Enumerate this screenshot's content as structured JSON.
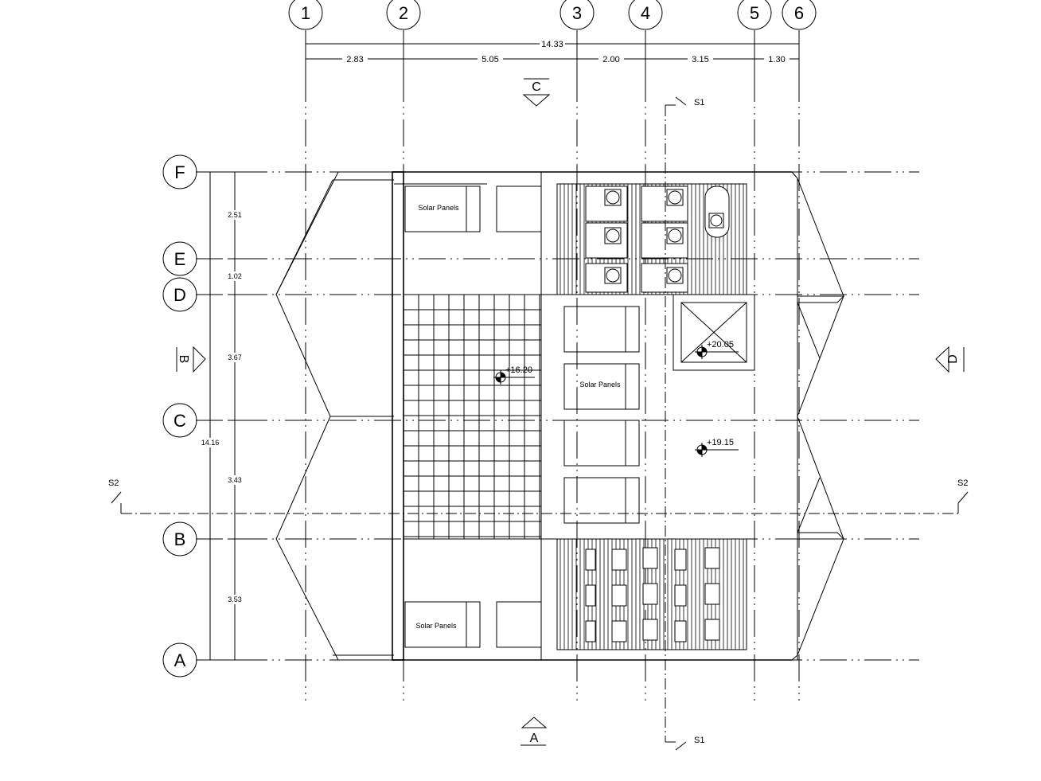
{
  "grid_columns": [
    "1",
    "2",
    "3",
    "4",
    "5",
    "6"
  ],
  "grid_rows": [
    "F",
    "E",
    "D",
    "C",
    "B",
    "A"
  ],
  "dimensions_horizontal": {
    "total": "14.33",
    "segments": [
      "2.83",
      "5.05",
      "2.00",
      "3.15",
      "1.30"
    ]
  },
  "dimensions_vertical": {
    "total": "14.16",
    "segments": [
      "2.51",
      "1.02",
      "3.67",
      "3.43",
      "3.53"
    ]
  },
  "section_markers": {
    "s1": "S1",
    "s2": "S2"
  },
  "elevation_markers": {
    "top": "C",
    "bottom": "A",
    "left": "B",
    "right": "D"
  },
  "levels": {
    "central": "+16.20",
    "stair": "+20.05",
    "roof": "+19.15"
  },
  "labels": {
    "solar_panels": "Solar Panels"
  }
}
